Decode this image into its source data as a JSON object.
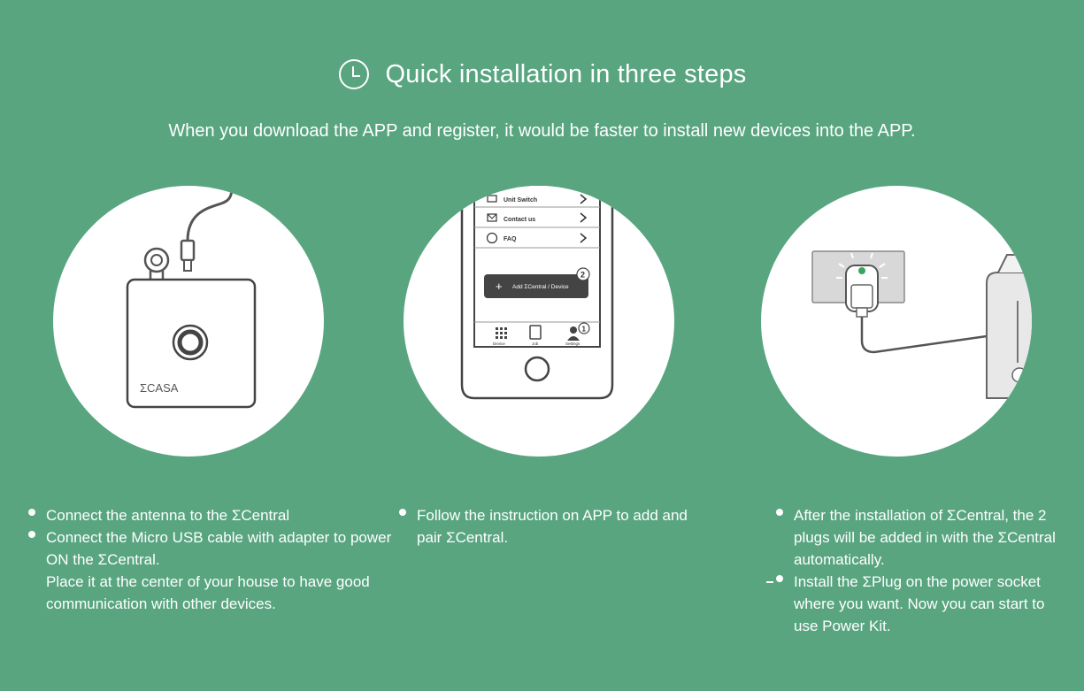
{
  "header": {
    "title": "Quick installation in three steps",
    "icon": "clock-icon",
    "subtitle": "When you download the APP and register, it would be faster to install new devices into the APP."
  },
  "colors": {
    "background": "#58a580",
    "text": "#ffffff",
    "line": "#3a3a3a",
    "phone_button": "#4a4a4a",
    "led": "#3aa55e"
  },
  "steps": [
    {
      "illustration": {
        "name": "central-hub-illustration",
        "brand": "ΣCASA"
      },
      "bullets": [
        "Connect  the antenna to the ΣCentral",
        "Connect the Micro USB cable with adapter to power ON the ΣCentral.\nPlace it at the center of your house to have good communication with other devices."
      ]
    },
    {
      "illustration": {
        "name": "phone-app-illustration",
        "menu": [
          "Unit Switch",
          "Contact us",
          "FAQ"
        ],
        "add_button": "Add ΣCentral / Device",
        "badge_add": "2",
        "tabs": [
          "Device",
          "Job",
          "Settings"
        ],
        "badge_settings": "1"
      },
      "bullets": [
        "Follow the instruction on APP to add and pair ΣCentral."
      ]
    },
    {
      "illustration": {
        "name": "power-plug-illustration"
      },
      "bullets": [
        "After the installation of ΣCentral, the 2 plugs will be added in with the ΣCentral automatically.",
        "Install the ΣPlug on the power socket where you want. Now you can start to use Power Kit."
      ]
    }
  ]
}
